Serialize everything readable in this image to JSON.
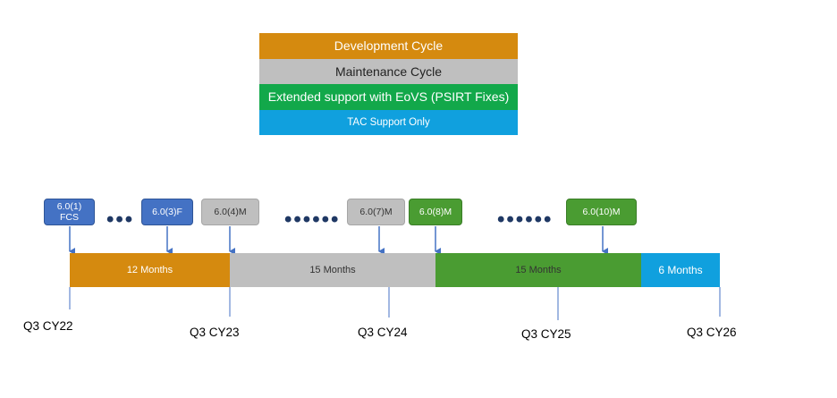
{
  "colors": {
    "development": "#d58a0f",
    "maintenance": "#bfbfbf",
    "extended": "#4a9c32",
    "tac": "#10a0de",
    "release_blue": "#4472c4",
    "arrow": "#4472c4",
    "dots": "#1f3864"
  },
  "legend": [
    {
      "label": "Development Cycle",
      "color": "#d58a0f"
    },
    {
      "label": "Maintenance Cycle",
      "color": "#bfbfbf"
    },
    {
      "label": "Extended support with EoVS (PSIRT Fixes)",
      "color": "#12a84a"
    },
    {
      "label": "TAC Support Only",
      "color": "#10a0de"
    }
  ],
  "timeline": {
    "segments": [
      {
        "label": "12 Months",
        "color": "#d58a0f"
      },
      {
        "label": "15 Months",
        "color": "#bfbfbf"
      },
      {
        "label": "15 Months",
        "color": "#4a9c32"
      },
      {
        "label": "6 Months",
        "color": "#10a0de"
      }
    ],
    "releases": [
      {
        "line1": "6.0(1)",
        "line2": "FCS"
      },
      {
        "line1": "6.0(3)F",
        "line2": ""
      },
      {
        "line1": "6.0(4)M",
        "line2": ""
      },
      {
        "line1": "6.0(7)M",
        "line2": ""
      },
      {
        "line1": "6.0(8)M",
        "line2": ""
      },
      {
        "line1": "6.0(10)M",
        "line2": ""
      }
    ],
    "ellipses": [
      "•••",
      "••••••",
      "••••••"
    ],
    "quarters": [
      "Q3 CY22",
      "Q3 CY23",
      "Q3 CY24",
      "Q3 CY25",
      "Q3 CY26"
    ]
  }
}
